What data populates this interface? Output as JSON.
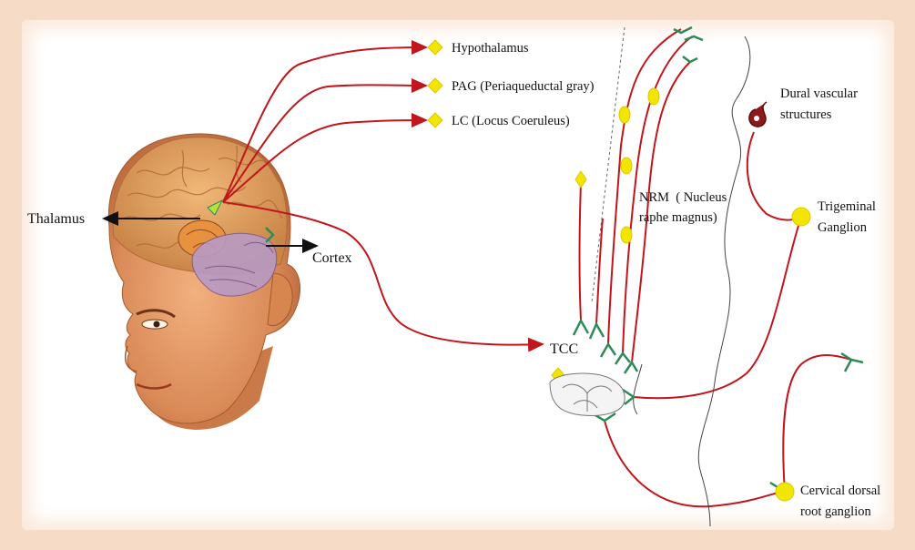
{
  "labels": {
    "hypothalamus": "Hypothalamus",
    "pag": "PAG (Periaqueductal gray)",
    "lc": "LC (Locus Coeruleus)",
    "thalamus": "Thalamus",
    "cortex": "Cortex",
    "nrm_line1": "NRM  ( Nucleus",
    "nrm_line2": "raphe magnus)",
    "dural_line1": "Dural vascular",
    "dural_line2": "structures",
    "trigeminal_line1": "Trigeminal",
    "trigeminal_line2": "Ganglion",
    "tcc": "TCC",
    "cervical_line1": "Cervical dorsal",
    "cervical_line2": "root ganglion"
  },
  "colors": {
    "frame": "#f6dcc6",
    "pathway": "#c0161c",
    "synapse": "#2e8b57",
    "node": "#f2e600",
    "arrow": "#111111"
  },
  "icons": {
    "head": "human-head-illustration",
    "dural": "dural-vessel-icon",
    "spinal": "spinal-cord-section-icon"
  }
}
